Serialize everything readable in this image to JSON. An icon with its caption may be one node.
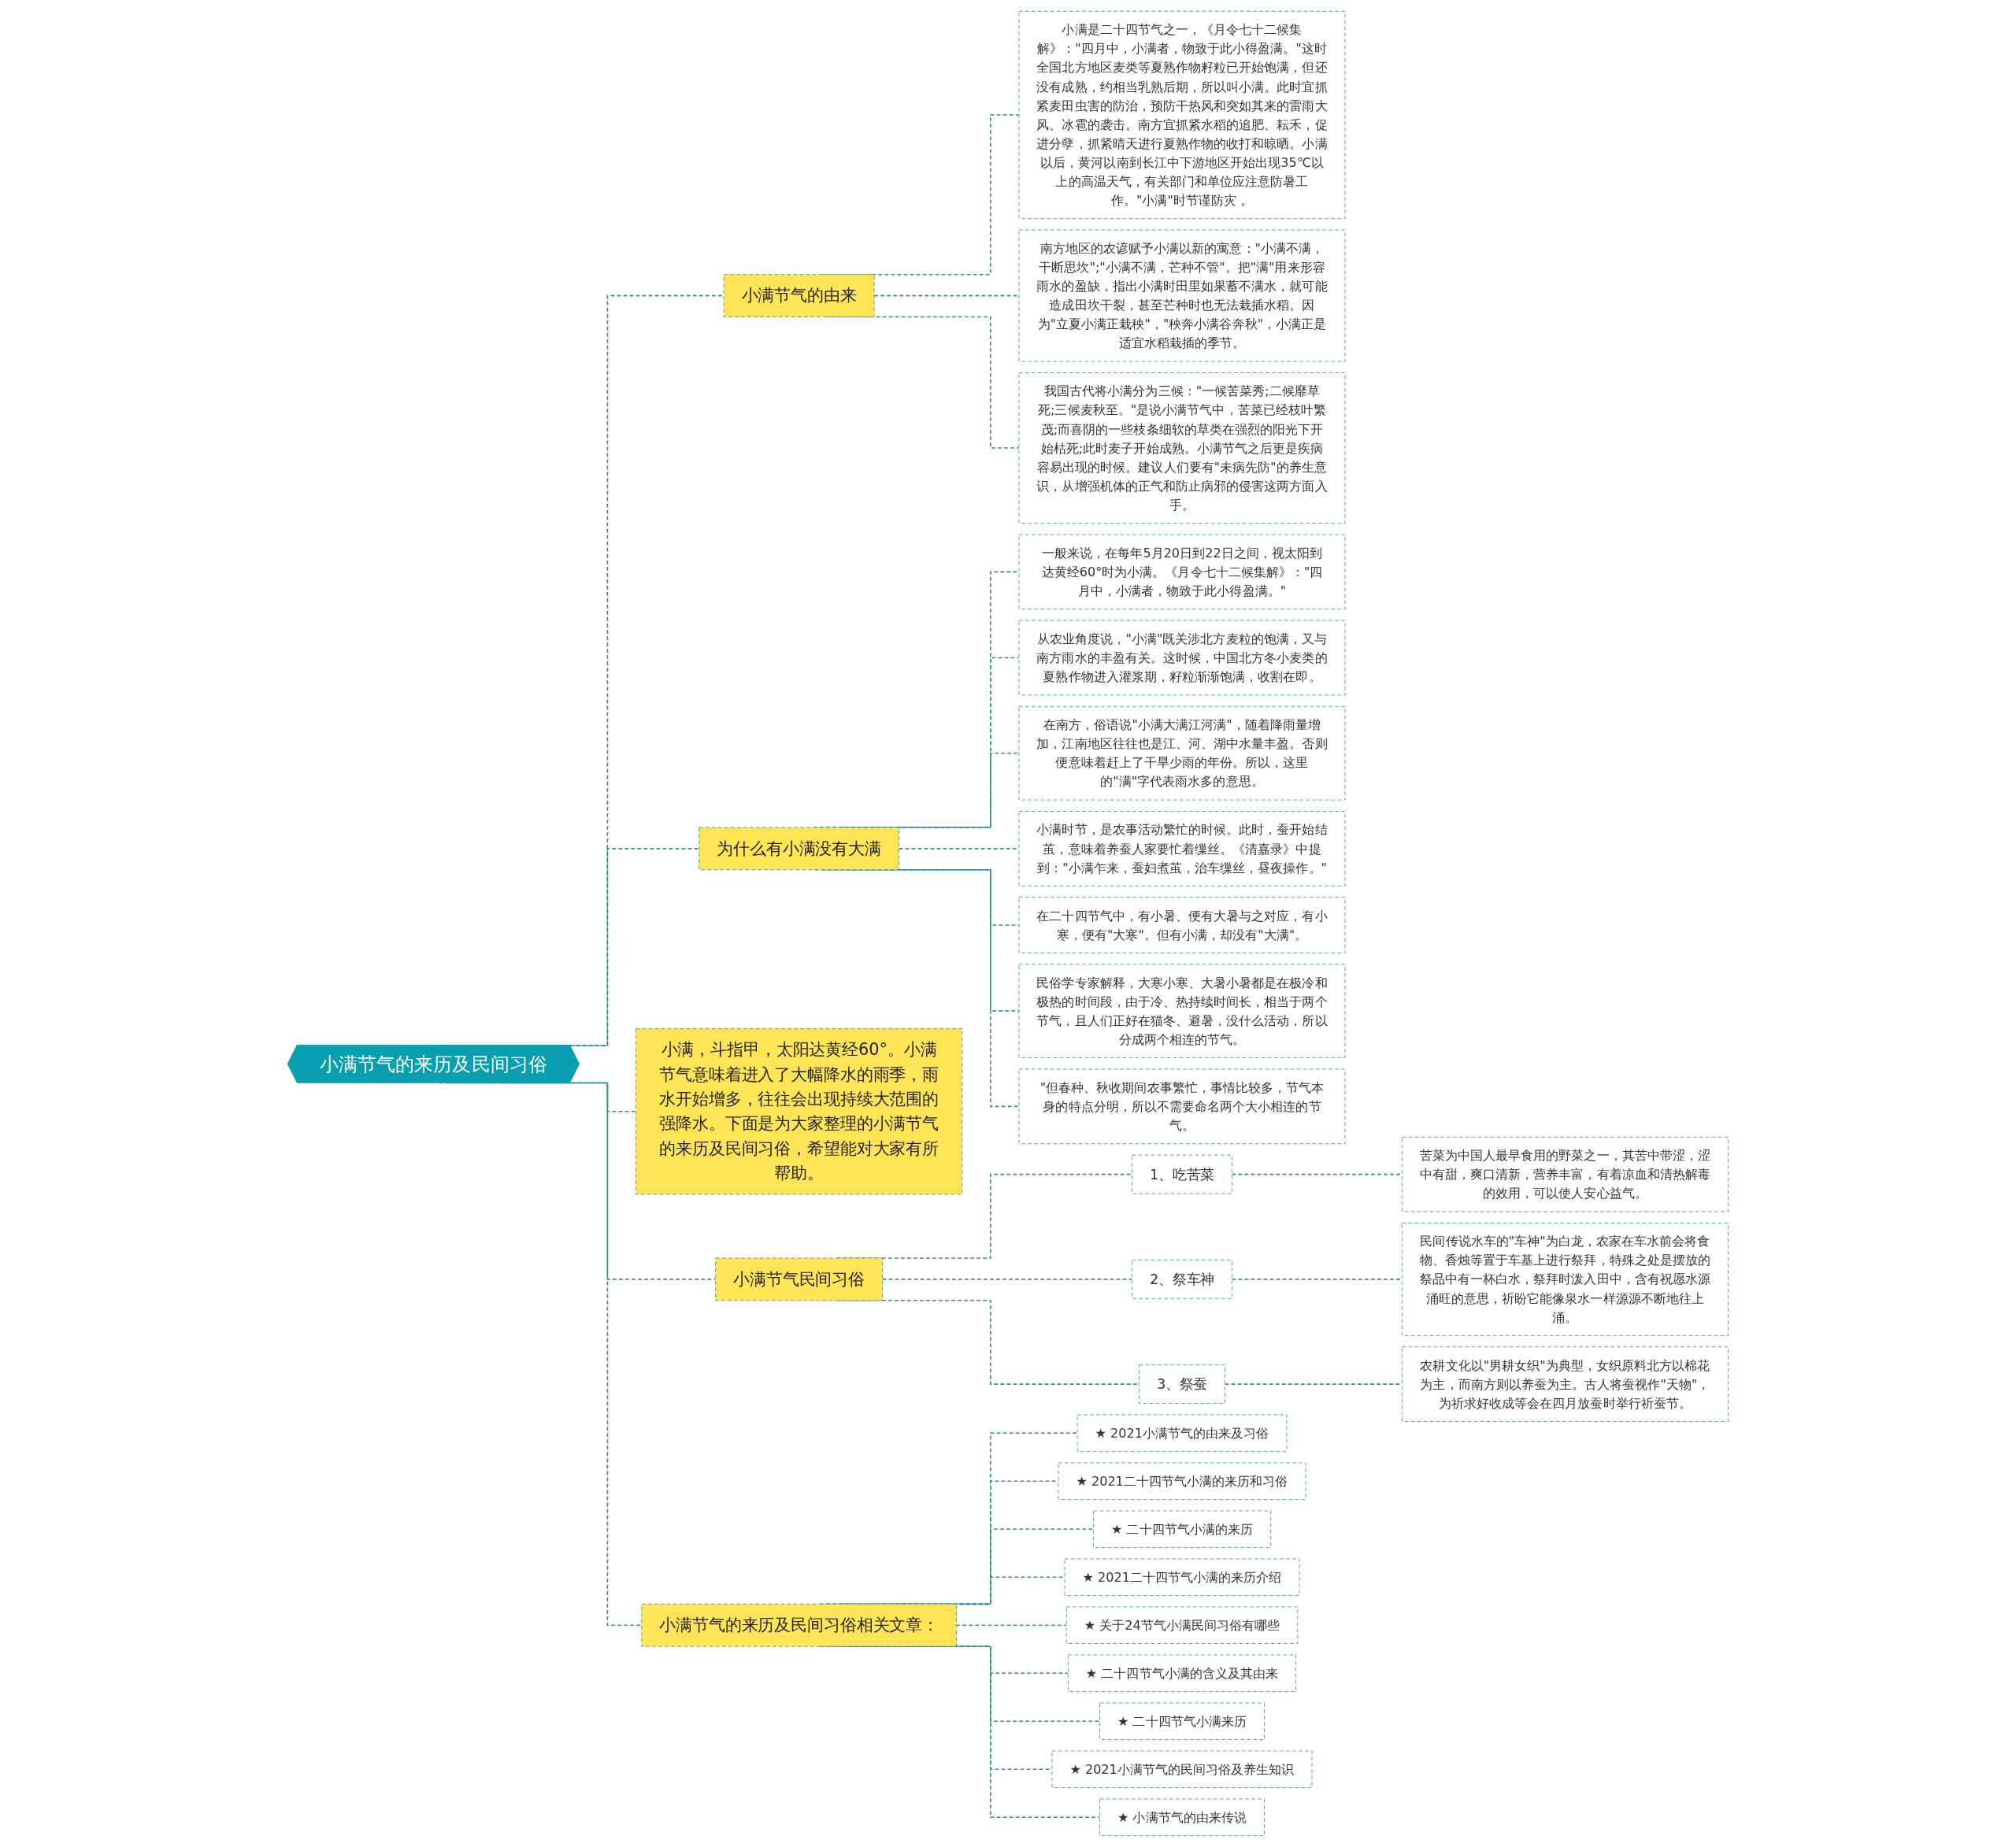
{
  "diagram": {
    "nodes": [
      {
        "text": [
          "小满节气的来历及民间习俗"
        ]
      },
      {
        "text": [
          "小满节气的由来"
        ]
      },
      {
        "text": [
          "小满是二十四节气之一，《月令七十二候集解》：\"四月中，小满者，物致于此小得盈满。\"这时全国北方地区麦类等夏熟作物籽粒已开始饱满，但还没有成熟，约相当乳熟后期，所以叫小满。此时宜抓紧麦田虫害的防治，预防干热风和突如其来的雷雨大风、冰雹的袭击。南方宜抓紧水稻的追肥、耘禾，促进分孽，抓紧晴天进行夏熟作物的收打和晾晒。小满以后，黄河以南到长江中下游地区开始出现35℃以上的高温天气，有关部门和单位应注意防暑工作。\"小满\"时节谨防灾 。"
        ]
      },
      {
        "text": [
          "南方地区的农谚赋予小满以新的寓意：\"小满不满，干断思坎\";\"小满不满，芒种不管\"。把\"满\"用来形容雨水的盈缺，指出小满时田里如果蓄不满水，就可能造成田坎干裂，甚至芒种时也无法栽插水稻。因为\"立夏小满正栽秧\"，\"秧奔小满谷奔秋\"，小满正是适宜水稻栽插的季节。"
        ]
      },
      {
        "text": [
          "我国古代将小满分为三候：\"一候苦菜秀;二候靡草死;三候麦秋至。\"是说小满节气中，苦菜已经枝叶繁茂;而喜阴的一些枝条细软的草类在强烈的阳光下开始枯死;此时麦子开始成熟。小满节气之后更是疾病容易出现的时候。建议人们要有\"未病先防\"的养生意识，从增强机体的正气和防止病邪的侵害这两方面入手。"
        ]
      },
      {
        "text": [
          "为什么有小满没有大满"
        ]
      },
      {
        "text": [
          "一般来说，在每年5月20日到22日之间，视太阳到达黄经60°时为小满。《月令七十二候集解》：\"四月中，小满者，物致于此小得盈满。\""
        ]
      },
      {
        "text": [
          "从农业角度说，\"小满\"既关涉北方麦粒的饱满，又与南方雨水的丰盈有关。这时候，中国北方冬小麦类的夏熟作物进入灌浆期，籽粒渐渐饱满，收割在即。"
        ]
      },
      {
        "text": [
          "在南方，俗语说\"小满大满江河满\"，随着降雨量增加，江南地区往往也是江、河、湖中水量丰盈。否则便意味着赶上了干旱少雨的年份。所以，这里的\"满\"字代表雨水多的意思。"
        ]
      },
      {
        "text": [
          "小满时节，是农事活动繁忙的时候。此时，蚕开始结茧，意味着养蚕人家要忙着缫丝。《清嘉录》中提到：\"小满乍来，蚕妇煮茧，治车缫丝，昼夜操作。\""
        ]
      },
      {
        "text": [
          "在二十四节气中，有小暑、便有大暑与之对应，有小寒，便有\"大寒\"。但有小满，却没有\"大满\"。"
        ]
      },
      {
        "text": [
          "民俗学专家解释，大寒小寒、大暑小暑都是在极冷和极热的时间段，由于冷、热持续时间长，相当于两个节气，且人们正好在猫冬、避暑，没什么活动，所以分成两个相连的节气。"
        ]
      },
      {
        "text": [
          "\"但春种、秋收期间农事繁忙，事情比较多，节气本身的特点分明，所以不需要命名两个大小相连的节气。"
        ]
      },
      {
        "text": [
          "小满，斗指甲，太阳达黄经60°。小满节气意味着进入了大幅降水的雨季，雨水开始增多，往往会出现持续大范围的强降水。下面是为大家整理的小满节气的来历及民间习俗，希望能对大家有所帮助。"
        ]
      },
      {
        "text": [
          "小满节气民间习俗"
        ]
      },
      {
        "text": [
          "1、吃苦菜"
        ]
      },
      {
        "text": [
          "苦菜为中国人最早食用的野菜之一，其苦中带涩，涩中有甜，爽口清新，营养丰富，有着凉血和清热解毒的效用，可以使人安心益气。"
        ]
      },
      {
        "text": [
          "2、祭车神"
        ]
      },
      {
        "text": [
          "民间传说水车的\"车神\"为白龙，农家在车水前会将食物、香烛等置于车基上进行祭拜，特殊之处是摆放的祭品中有一杯白水，祭拜时泼入田中，含有祝愿水源涌旺的意思，祈盼它能像泉水一样源源不断地往上涌。"
        ]
      },
      {
        "text": [
          "3、祭蚕"
        ]
      },
      {
        "text": [
          "农耕文化以\"男耕女织\"为典型，女织原料北方以棉花为主，而南方则以养蚕为主。古人将蚕视作\"天物\"，为祈求好收成等会在四月放蚕时举行祈蚕节。"
        ]
      },
      {
        "text": [
          "小满节气的来历及民间习俗相关文章："
        ]
      },
      {
        "text": [
          "★ 2021小满节气的由来及习俗"
        ]
      },
      {
        "text": [
          "★ 2021二十四节气小满的来历和习俗"
        ]
      },
      {
        "text": [
          "★ 二十四节气小满的来历"
        ]
      },
      {
        "text": [
          "★ 2021二十四节气小满的来历介绍"
        ]
      },
      {
        "text": [
          "★ 关于24节气小满民间习俗有哪些"
        ]
      },
      {
        "text": [
          "★ 二十四节气小满的含义及其由来"
        ]
      },
      {
        "text": [
          "★ 二十四节气小满来历"
        ]
      },
      {
        "text": [
          "★ 2021小满节气的民间习俗及养生知识"
        ]
      },
      {
        "text": [
          "★ 小满节气的由来传说"
        ]
      }
    ],
    "edges": [
      {
        "from": 0,
        "to": 1,
        "arrow": "none",
        "style": "dashed"
      },
      {
        "from": 1,
        "to": 2,
        "arrow": "none",
        "style": "dashed"
      },
      {
        "from": 1,
        "to": 3,
        "arrow": "none",
        "style": "dashed"
      },
      {
        "from": 1,
        "to": 4,
        "arrow": "none",
        "style": "dashed"
      },
      {
        "from": 0,
        "to": 5,
        "arrow": "none",
        "style": "dashed"
      },
      {
        "from": 5,
        "to": 6,
        "arrow": "none",
        "style": "dashed"
      },
      {
        "from": 5,
        "to": 7,
        "arrow": "none",
        "style": "dashed"
      },
      {
        "from": 5,
        "to": 8,
        "arrow": "none",
        "style": "dashed"
      },
      {
        "from": 5,
        "to": 9,
        "arrow": "none",
        "style": "dashed"
      },
      {
        "from": 5,
        "to": 10,
        "arrow": "none",
        "style": "dashed"
      },
      {
        "from": 5,
        "to": 11,
        "arrow": "none",
        "style": "dashed"
      },
      {
        "from": 5,
        "to": 12,
        "arrow": "none",
        "style": "dashed"
      },
      {
        "from": 0,
        "to": 13,
        "arrow": "none",
        "style": "dashed"
      },
      {
        "from": 0,
        "to": 14,
        "arrow": "none",
        "style": "dashed"
      },
      {
        "from": 14,
        "to": 15,
        "arrow": "none",
        "style": "dashed"
      },
      {
        "from": 15,
        "to": 16,
        "arrow": "none",
        "style": "dashed"
      },
      {
        "from": 14,
        "to": 17,
        "arrow": "none",
        "style": "dashed"
      },
      {
        "from": 17,
        "to": 18,
        "arrow": "none",
        "style": "dashed"
      },
      {
        "from": 14,
        "to": 19,
        "arrow": "none",
        "style": "dashed"
      },
      {
        "from": 19,
        "to": 20,
        "arrow": "none",
        "style": "dashed"
      },
      {
        "from": 0,
        "to": 21,
        "arrow": "none",
        "style": "dashed"
      },
      {
        "from": 21,
        "to": 22,
        "arrow": "none",
        "style": "dashed"
      },
      {
        "from": 21,
        "to": 23,
        "arrow": "none",
        "style": "dashed"
      },
      {
        "from": 21,
        "to": 24,
        "arrow": "none",
        "style": "dashed"
      },
      {
        "from": 21,
        "to": 25,
        "arrow": "none",
        "style": "dashed"
      },
      {
        "from": 21,
        "to": 26,
        "arrow": "none",
        "style": "dashed"
      },
      {
        "from": 21,
        "to": 27,
        "arrow": "none",
        "style": "dashed"
      },
      {
        "from": 21,
        "to": 28,
        "arrow": "none",
        "style": "dashed"
      },
      {
        "from": 21,
        "to": 29,
        "arrow": "none",
        "style": "dashed"
      },
      {
        "from": 21,
        "to": 30,
        "arrow": "none",
        "style": "dashed"
      }
    ]
  }
}
